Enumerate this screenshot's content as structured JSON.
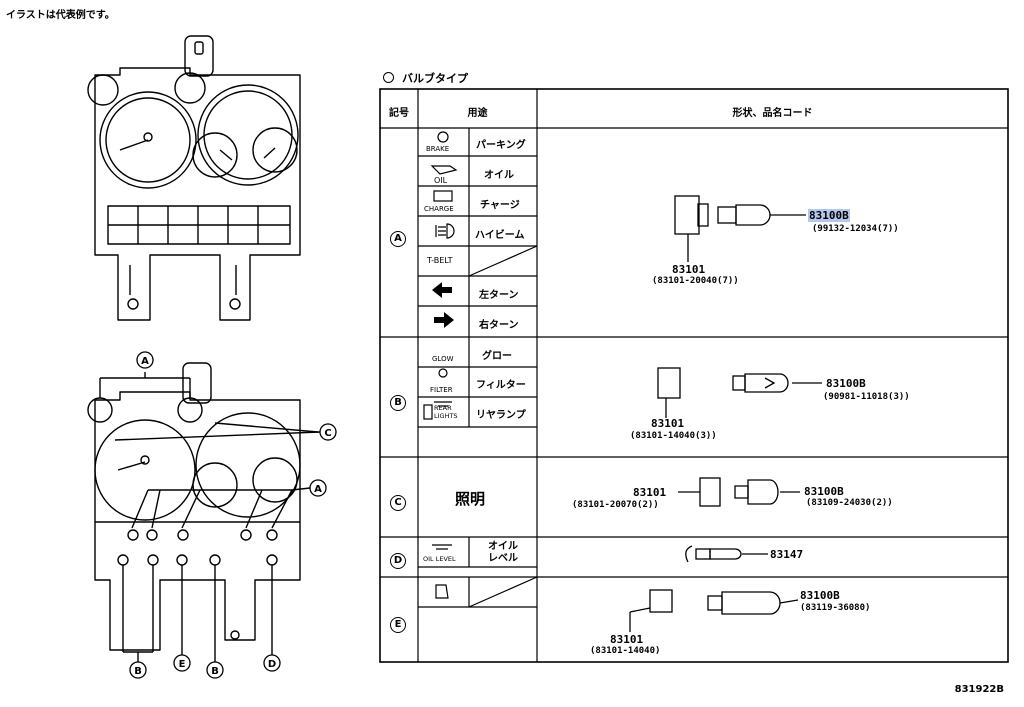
{
  "note": "イラストは代表例です。",
  "caption": "バルブタイプ",
  "doc_number": "831922B",
  "table": {
    "headers": [
      "記号",
      "用途",
      "形状、品名コード"
    ],
    "groups": [
      {
        "symbol": "A",
        "rows": [
          {
            "icon_label": "BRAKE",
            "usage": "パーキング"
          },
          {
            "icon_label": "OIL",
            "usage": "オイル"
          },
          {
            "icon_label": "CHARGE",
            "usage": "チャージ"
          },
          {
            "icon_label": "",
            "usage": "ハイビーム"
          },
          {
            "icon_label": "T-BELT",
            "usage": ""
          },
          {
            "icon_label": "",
            "usage": "左ターン"
          },
          {
            "icon_label": "",
            "usage": "右ターン"
          }
        ],
        "socket": {
          "code": "83101",
          "sub": "(83101-20040(7))"
        },
        "bulb": {
          "code": "83100B",
          "sub": "(99132-12034(7))"
        }
      },
      {
        "symbol": "B",
        "rows": [
          {
            "icon_label": "GLOW",
            "usage": "グロー"
          },
          {
            "icon_label": "FILTER",
            "usage": "フィルター"
          },
          {
            "icon_label": "REAR LIGHTS",
            "usage": "リヤランプ"
          }
        ],
        "socket": {
          "code": "83101",
          "sub": "(83101-14040(3))"
        },
        "bulb": {
          "code": "83100B",
          "sub": "(90981-11018(3))"
        }
      },
      {
        "symbol": "C",
        "usage": "照明",
        "socket": {
          "code": "83101",
          "sub": "(83101-20070(2))"
        },
        "bulb": {
          "code": "83100B",
          "sub": "(83109-24030(2))"
        }
      },
      {
        "symbol": "D",
        "rows": [
          {
            "icon_label": "OIL LEVEL",
            "usage": "オイル レベル"
          }
        ],
        "bulb": {
          "code": "83147"
        }
      },
      {
        "symbol": "E",
        "socket": {
          "code": "83101",
          "sub": "(83101-14040)"
        },
        "bulb": {
          "code": "83100B",
          "sub": "(83119-36080)"
        }
      }
    ]
  },
  "figure_labels": {
    "top_a": "A",
    "right_c": "C",
    "right_a": "A",
    "bottom": [
      "B",
      "E",
      "B",
      "D"
    ]
  }
}
